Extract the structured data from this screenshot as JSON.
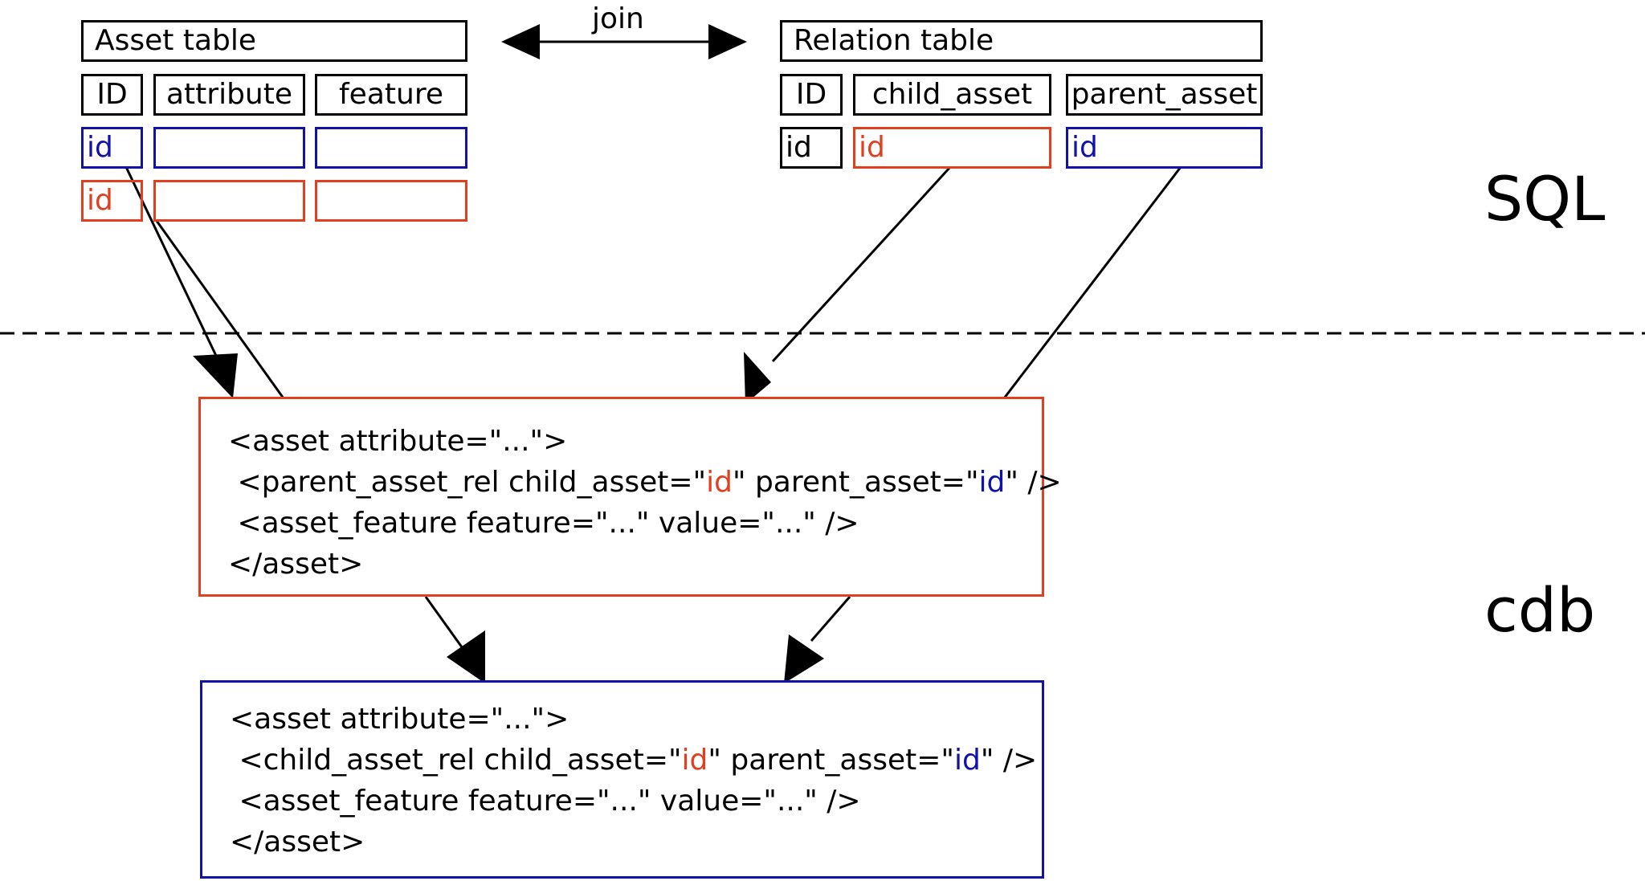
{
  "join_label": "join",
  "asset_table": {
    "title": "Asset table",
    "columns": [
      "ID",
      "attribute",
      "feature"
    ],
    "rows": [
      {
        "id": "id",
        "color": "#1212a8"
      },
      {
        "id": "id",
        "color": "#e04020"
      }
    ]
  },
  "relation_table": {
    "title": "Relation table",
    "columns": [
      "ID",
      "child_asset",
      "parent_asset"
    ],
    "row": {
      "id": "id",
      "child": "id",
      "parent": "id"
    }
  },
  "sections": {
    "sql": "SQL",
    "cdb": "cdb"
  },
  "xml_parent": {
    "line1": "<asset attribute=\"...\">",
    "line2_a": " <parent_asset_rel child_asset=\"",
    "line2_id1": "id",
    "line2_b": "\" parent_asset=\"",
    "line2_id2": "id",
    "line2_c": "\" />",
    "line3": " <asset_feature feature=\"...\" value=\"...\" />",
    "line4": "</asset>"
  },
  "xml_child": {
    "line1": "<asset attribute=\"...\">",
    "line2_a": " <child_asset_rel child_asset=\"",
    "line2_id1": "id",
    "line2_b": "\" parent_asset=\"",
    "line2_id2": "id",
    "line2_c": "\" />",
    "line3": " <asset_feature feature=\"...\" value=\"...\" />",
    "line4": "</asset>"
  },
  "colors": {
    "red": "#e04020",
    "blue": "#1212a8",
    "black": "#000000"
  }
}
